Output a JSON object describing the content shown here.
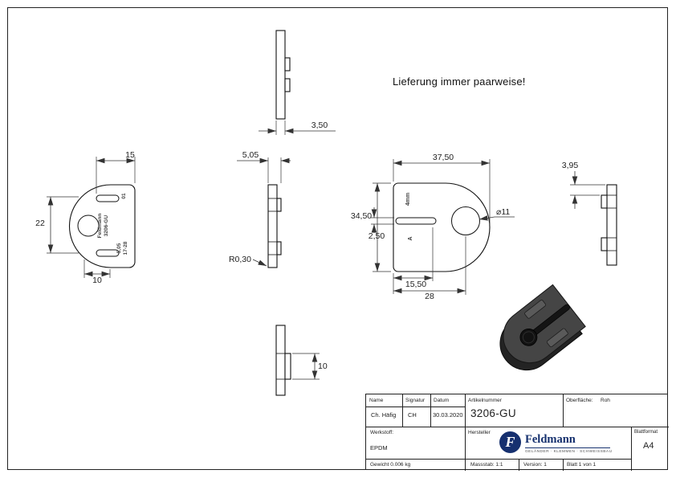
{
  "note": "Lieferung immer paarweise!",
  "dims": {
    "thickness": "3,50",
    "small_top": "15",
    "small_left": "22",
    "small_bottom": "10",
    "side_total": "5,05",
    "radius": "R0,30",
    "big_width": "37,50",
    "big_height": "34,50",
    "slot_height": "2,50",
    "slot_depth": "15,50",
    "hole_offset": "28",
    "hole_dia": "⌀11",
    "tab_offset": "3,95",
    "tab_height": "10"
  },
  "part_marks": {
    "brand": "Feldmann",
    "article": "3206-GU",
    "mark_01": "01",
    "mark_505": "5,05",
    "mark_range": "17-28",
    "glass": "4mm",
    "mark_a": "A"
  },
  "titleblock": {
    "name_label": "Name",
    "signatur_label": "Signatur",
    "datum_label": "Datum",
    "name": "Ch. Häfig",
    "signatur": "CH",
    "datum": "30.03.2020",
    "artikelnummer_label": "Artikelnummer",
    "artikelnummer": "3206-GU",
    "oberflaeche_label": "Oberfläche:",
    "oberflaeche": "Roh",
    "werkstoff_label": "Werkstoff:",
    "werkstoff": "EPDM",
    "hersteller_label": "Hersteller",
    "blattformat_label": "Blattformat",
    "blattformat": "A4",
    "gewicht": "Gewicht 0.006 kg",
    "massstab": "Massstab: 1:1",
    "version": "Version: 1",
    "blatt": "Blatt 1 von 1"
  },
  "logo": {
    "icon_letter": "F",
    "name": "Feldmann",
    "tagline": "GELÄNDER · KLEMMEN · SCHWEISSBAU",
    "blue": "#16306f"
  }
}
